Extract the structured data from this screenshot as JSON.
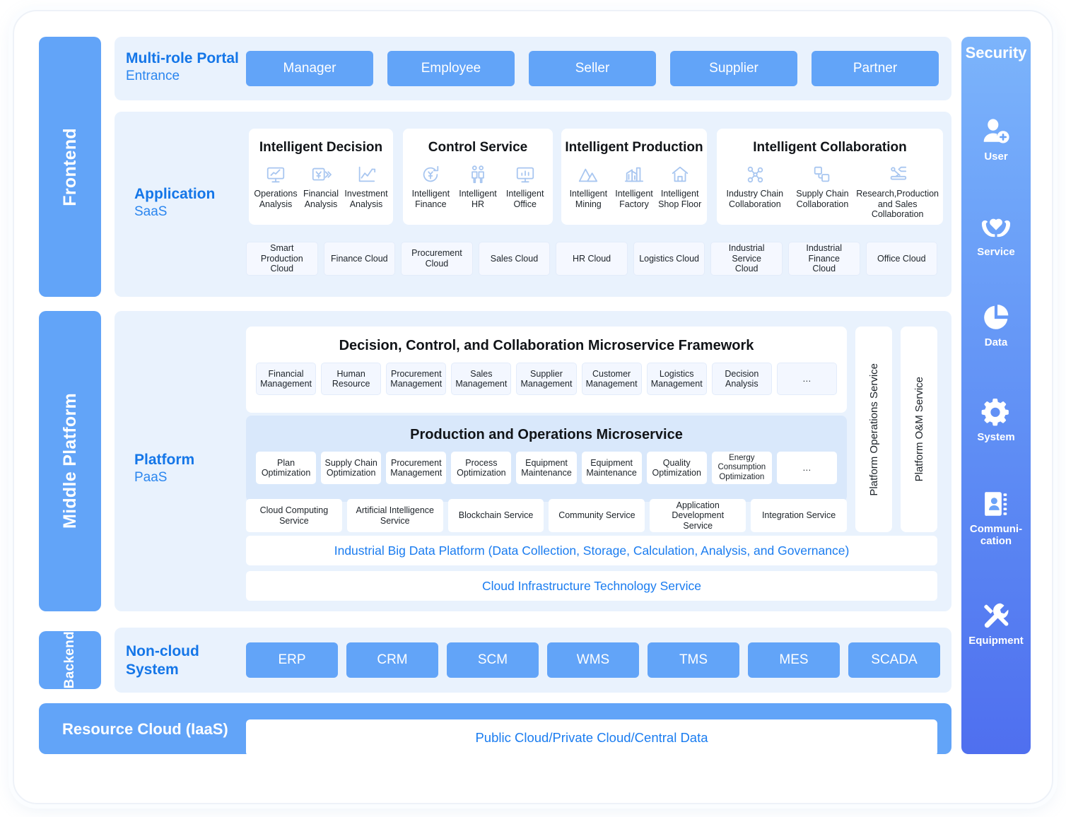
{
  "rails": [
    {
      "label": "Frontend"
    },
    {
      "label": "Middle Platform"
    },
    {
      "label": "Backend"
    }
  ],
  "portal": {
    "title": "Multi-role Portal",
    "subtitle": "Entrance",
    "roles": [
      "Manager",
      "Employee",
      "Seller",
      "Supplier",
      "Partner"
    ]
  },
  "application": {
    "title": "Application",
    "subtitle": "SaaS",
    "cards": [
      {
        "title": "Intelligent Decision",
        "items": [
          {
            "icon": "monitor-trend-icon",
            "label": "Operations\nAnalysis"
          },
          {
            "icon": "yen-forward-icon",
            "label": "Financial\nAnalysis"
          },
          {
            "icon": "line-chart-icon",
            "label": "Investment\nAnalysis"
          }
        ]
      },
      {
        "title": "Control Service",
        "items": [
          {
            "icon": "yen-refresh-icon",
            "label": "Intelligent\nFinance"
          },
          {
            "icon": "two-people-icon",
            "label": "Intelligent\nHR"
          },
          {
            "icon": "monitor-bars-icon",
            "label": "Intelligent\nOffice"
          }
        ]
      },
      {
        "title": "Intelligent Production",
        "items": [
          {
            "icon": "mountains-icon",
            "label": "Intelligent\nMining"
          },
          {
            "icon": "factory-icon",
            "label": "Intelligent\nFactory"
          },
          {
            "icon": "house-icon",
            "label": "Intelligent\nShop Floor"
          }
        ]
      },
      {
        "title": "Intelligent Collaboration",
        "items": [
          {
            "icon": "network-nodes-icon",
            "label": "Industry Chain\nCollaboration"
          },
          {
            "icon": "stacked-squares-icon",
            "label": "Supply Chain\nCollaboration"
          },
          {
            "icon": "robot-arm-icon",
            "label": "Research,Production\nand Sales Collaboration"
          }
        ]
      }
    ],
    "clouds": [
      "Smart Production\nCloud",
      "Finance Cloud",
      "Procurement\nCloud",
      "Sales Cloud",
      "HR Cloud",
      "Logistics Cloud",
      "Industrial Service\nCloud",
      "Industrial Finance\nCloud",
      "Office Cloud"
    ]
  },
  "platform": {
    "title": "Platform",
    "subtitle": "PaaS",
    "microservice_framework": {
      "title": "Decision, Control, and Collaboration Microservice Framework",
      "chips": [
        "Financial\nManagement",
        "Human\nResource",
        "Procurement\nManagement",
        "Sales\nManagement",
        "Supplier\nManagement",
        "Customer\nManagement",
        "Logistics\nManagement",
        "Decision\nAnalysis",
        "…"
      ]
    },
    "production_operations": {
      "title": "Production and Operations Microservice",
      "chips": [
        "Plan\nOptimization",
        "Supply Chain\nOptimization",
        "Procurement\nManagement",
        "Process\nOptimization",
        "Equipment\nMaintenance",
        "Equipment\nMaintenance",
        "Quality\nOptimization",
        "Energy\nConsumption\nOptimization",
        "…"
      ]
    },
    "services": [
      "Cloud Computing\nService",
      "Artificial Intelligence\nService",
      "Blockchain Service",
      "Community Service",
      "Application Development\nService",
      "Integration Service"
    ],
    "vertical_columns": [
      "Platform Operations Service",
      "Platform O&M Service"
    ],
    "big_data_band": "Industrial Big Data Platform (Data Collection, Storage, Calculation, Analysis, and Governance)",
    "infrastructure_band": "Cloud Infrastructure Technology Service"
  },
  "non_cloud": {
    "title_line1": "Non-cloud",
    "title_line2": "System",
    "systems": [
      "ERP",
      "CRM",
      "SCM",
      "WMS",
      "TMS",
      "MES",
      "SCADA"
    ]
  },
  "resource_cloud": {
    "title": "Resource Cloud (IaaS)",
    "content": "Public Cloud/Private Cloud/Central Data"
  },
  "security": {
    "title": "Security",
    "items": [
      {
        "icon": "user-add-icon",
        "label": "User"
      },
      {
        "icon": "heart-hands-icon",
        "label": "Service"
      },
      {
        "icon": "pie-chart-icon",
        "label": "Data"
      },
      {
        "icon": "gear-icon",
        "label": "System"
      },
      {
        "icon": "contact-book-icon",
        "label": "Communi-\ncation"
      },
      {
        "icon": "tools-icon",
        "label": "Equipment"
      }
    ]
  },
  "colors": {
    "brand_blue": "#62a4f8",
    "panel_blue": "#e9f2fd",
    "text_blue": "#1a7cf0",
    "band_blue": "#d9e8fb",
    "icon_blue": "#a8c6f0"
  }
}
